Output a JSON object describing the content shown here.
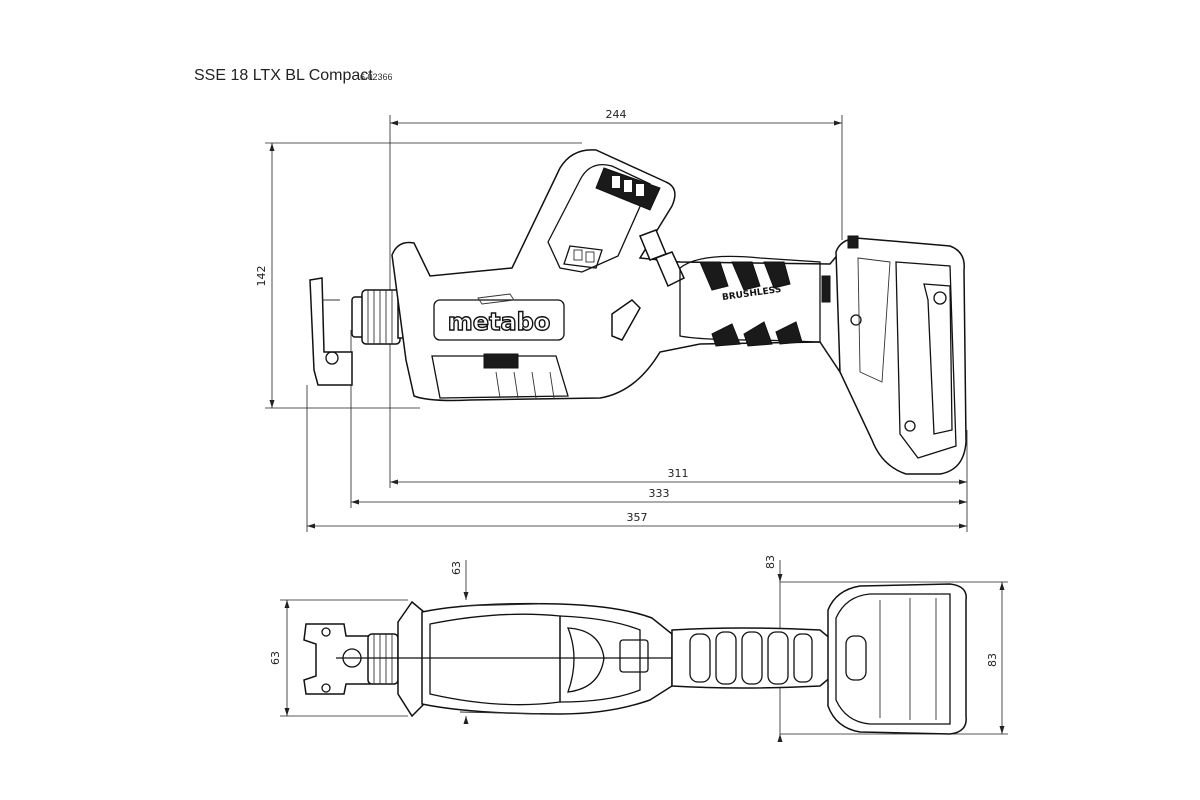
{
  "header": {
    "model": "SSE 18 LTX BL Compact",
    "order_no": "6.02366"
  },
  "side_view": {
    "brand": "metabo",
    "label": "BRUSHLESS",
    "dims": {
      "top": "244",
      "height": "142",
      "d311": "311",
      "d333": "333",
      "d357": "357"
    }
  },
  "top_view": {
    "dims": {
      "left_height": "63",
      "body_top": "63",
      "battery_top": "83",
      "right_height": "83"
    }
  }
}
